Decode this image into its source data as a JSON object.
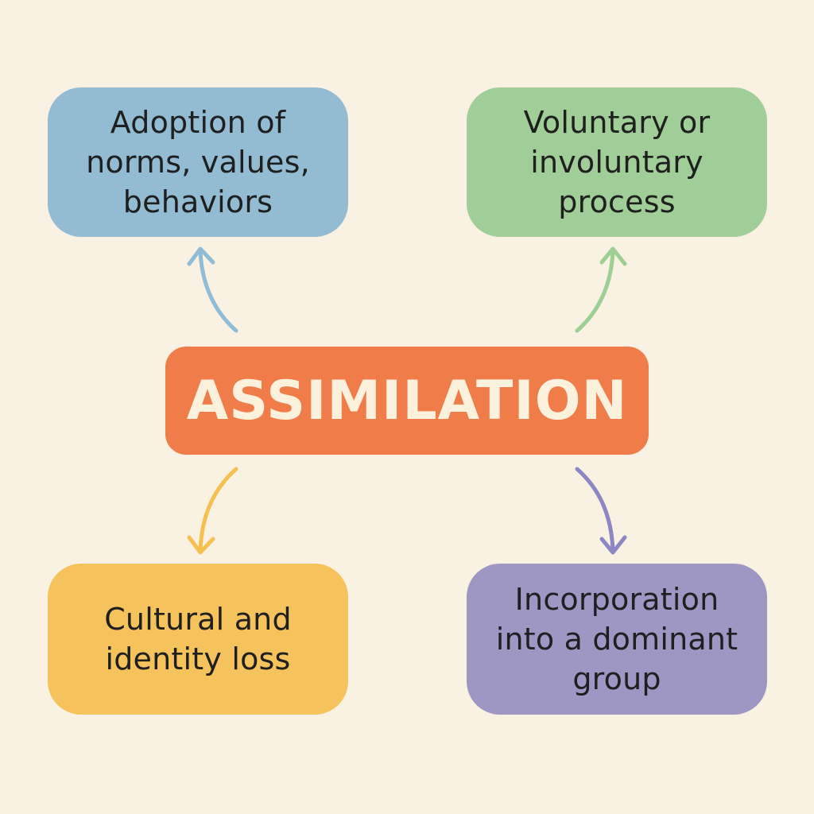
{
  "center": {
    "label": "ASSIMILATION",
    "color": "#f07c4a"
  },
  "nodes": [
    {
      "id": "top-left",
      "lines": [
        "Adoption of",
        "norms, values,",
        "behaviors"
      ],
      "color": "#93bcd2",
      "arrow_color": "#8fbcd6"
    },
    {
      "id": "top-right",
      "lines": [
        "Voluntary or",
        "involuntary",
        "process"
      ],
      "color": "#a1cd98",
      "arrow_color": "#9ccf93"
    },
    {
      "id": "bottom-left",
      "lines": [
        "Cultural and",
        "identity loss"
      ],
      "color": "#f6c25c",
      "arrow_color": "#f5c050"
    },
    {
      "id": "bottom-right",
      "lines": [
        "Incorporation",
        "into a dominant",
        "group"
      ],
      "color": "#9e97c3",
      "arrow_color": "#8d86c4"
    }
  ],
  "background": "#f9f1e1"
}
